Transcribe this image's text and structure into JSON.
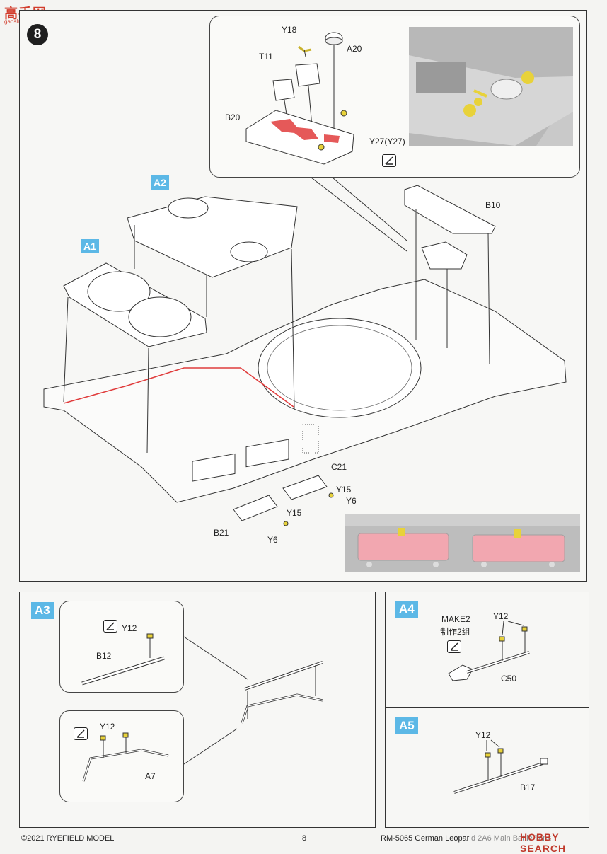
{
  "watermark_top": {
    "logo": "高手网",
    "domain": "gaoshou.net"
  },
  "step_number": "8",
  "main_panel": {
    "callout_labels": [
      "Y18",
      "A20",
      "T11",
      "B20",
      "Y27(Y27)"
    ],
    "assembly_badges": [
      "A2",
      "A1"
    ],
    "part_labels": [
      "B10",
      "C21",
      "Y15",
      "Y6",
      "Y15",
      "B21",
      "Y6"
    ]
  },
  "panel_a3": {
    "badge": "A3",
    "parts_top": [
      "Y12",
      "B12"
    ],
    "parts_bottom": [
      "Y12",
      "A7"
    ]
  },
  "panel_a4": {
    "badge": "A4",
    "make": "MAKE2",
    "make_cn": "制作2组",
    "parts": [
      "Y12",
      "C50"
    ]
  },
  "panel_a5": {
    "badge": "A5",
    "parts": [
      "Y12",
      "B17"
    ]
  },
  "footer": {
    "copyright": "©2021 RYEFIELD MODEL",
    "page": "8",
    "product": "RM-5065 German Leopar",
    "product_tail": "d 2A6 Main Battle Tank",
    "watermark": "HOBBY SEARCH"
  },
  "colors": {
    "badge_blue": "#5cb8e6",
    "highlight_red": "#e03c3c",
    "highlight_pink": "#f2a7b0",
    "part_yellow": "#e8d23a"
  }
}
